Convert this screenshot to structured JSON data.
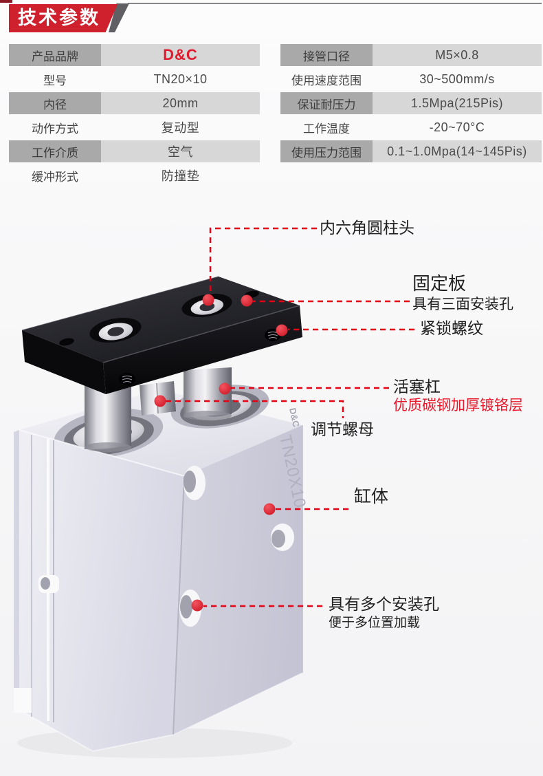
{
  "header": {
    "title": "技术参数"
  },
  "colors": {
    "header_red": "#cf202e",
    "logo_red": "#e0192d",
    "annotation_dash_red": "#e60013",
    "chrome_note_red": "#e8182b",
    "table_label_gray": "#a9a9a9",
    "table_value_gray": "#d7d7d7"
  },
  "spec_table_left": {
    "rows": [
      {
        "label": "产品品牌",
        "value": "D&C"
      },
      {
        "label": "型号",
        "value": "TN20×10"
      },
      {
        "label": "内径",
        "value": "20mm"
      },
      {
        "label": "动作方式",
        "value": "复动型"
      },
      {
        "label": "工作介质",
        "value": "空气"
      },
      {
        "label": "缓冲形式",
        "value": "防撞垫"
      }
    ]
  },
  "spec_table_right": {
    "rows": [
      {
        "label": "接管口径",
        "value": "M5×0.8"
      },
      {
        "label": "使用速度范围",
        "value": "30~500mm/s"
      },
      {
        "label": "保证耐压力",
        "value": "1.5Mpa(215Pis)"
      },
      {
        "label": "工作温度",
        "value": "-20~70°C"
      },
      {
        "label": "使用压力范围",
        "value": "0.1~1.0Mpa(14~145Pis)"
      }
    ]
  },
  "product": {
    "markings": {
      "logo": "D&C",
      "model": "TN20X10"
    }
  },
  "annotations": [
    {
      "id": "hex-head",
      "label": "内六角圆柱头"
    },
    {
      "id": "fixing-plate",
      "label": "固定板",
      "sub": "具有三面安装孔"
    },
    {
      "id": "lock-thread",
      "label": "紧锁螺纹"
    },
    {
      "id": "piston-rod",
      "label": "活塞杠",
      "sub": "优质碳钢加厚镀铬层"
    },
    {
      "id": "adjust-nut",
      "label": "调节螺母"
    },
    {
      "id": "cylinder-body",
      "label": "缸体"
    },
    {
      "id": "mounting-holes",
      "label": "具有多个安装孔",
      "sub": "便于多位置加载"
    }
  ]
}
